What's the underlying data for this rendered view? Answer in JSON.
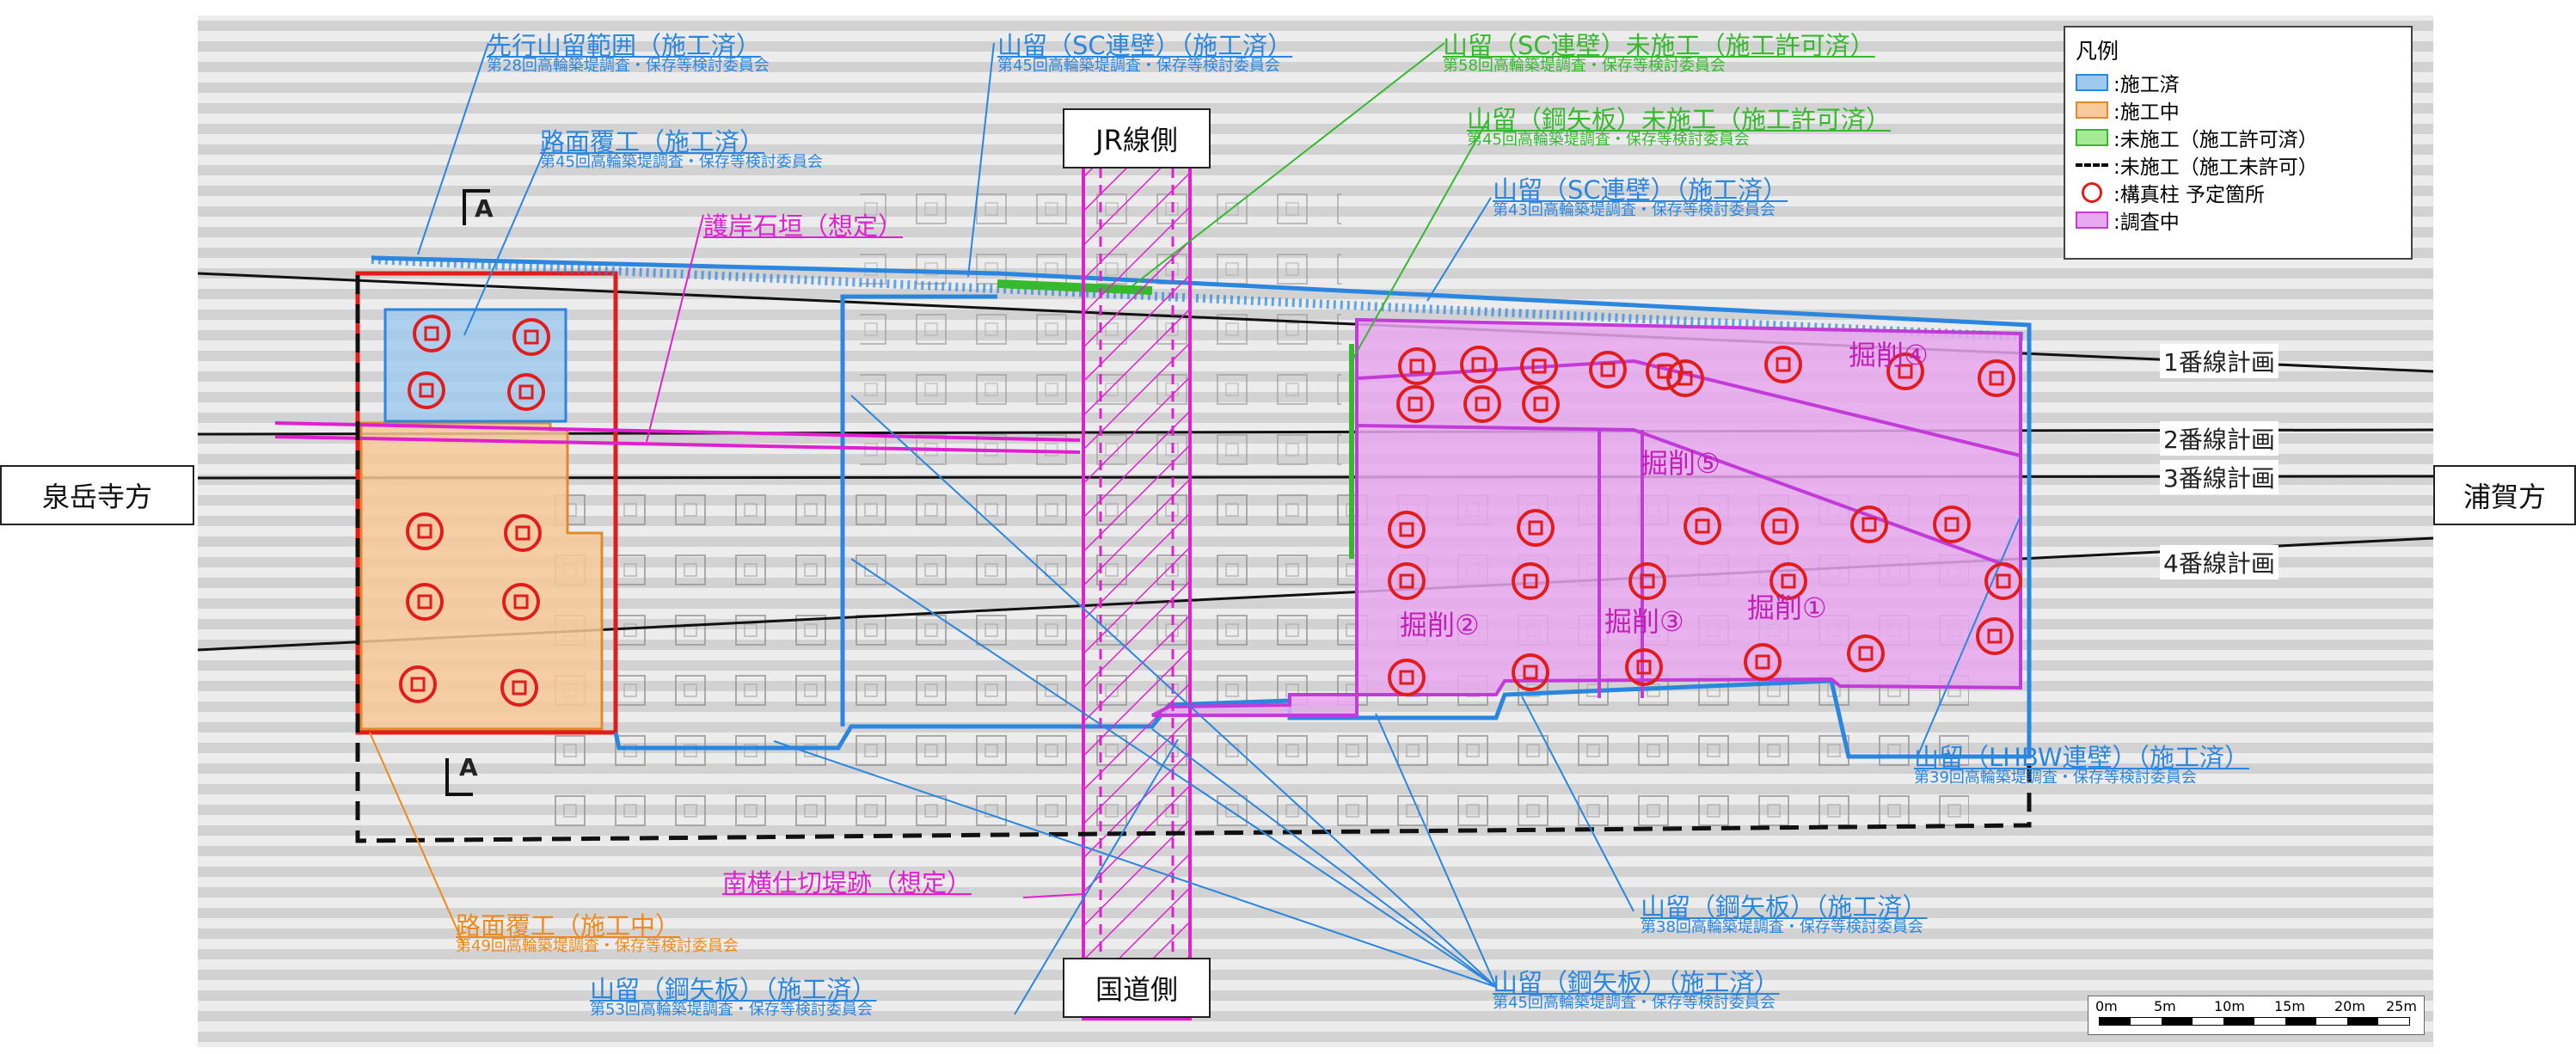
{
  "directions": {
    "left": "泉岳寺方",
    "right": "浦賀方",
    "top": "JR線側",
    "bottom": "国道側"
  },
  "section_marks": [
    "A",
    "A"
  ],
  "legend": {
    "title": "凡例",
    "items": [
      {
        "label": ":施工済",
        "color": "#9ec9ef",
        "stroke": "#2a86de",
        "kind": "rect"
      },
      {
        "label": ":施工中",
        "color": "#f8c99a",
        "stroke": "#e08a2c",
        "kind": "rect"
      },
      {
        "label": ":未施工（施工許可済）",
        "color": "#a6ea97",
        "stroke": "#36b82f",
        "kind": "rect"
      },
      {
        "label": ":未施工（施工未許可）",
        "color": "#000000",
        "stroke": "#000000",
        "kind": "dash"
      },
      {
        "label": ":構真柱 予定箇所",
        "color": "#ff4444",
        "stroke": "#e21b1b",
        "kind": "circle"
      },
      {
        "label": ":調査中",
        "color": "#e7a8f0",
        "stroke": "#c23ad8",
        "kind": "rect"
      }
    ]
  },
  "annotations": [
    {
      "id": "a1",
      "title": "先行山留範囲（施工済）",
      "sub": "第28回高輪築堤調査・保存等検討委員会",
      "color": "blue"
    },
    {
      "id": "a2",
      "title": "山留（SC連壁）（施工済）",
      "sub": "第45回高輪築堤調査・保存等検討委員会",
      "color": "blue"
    },
    {
      "id": "a3",
      "title": "山留（SC連壁）未施工（施工許可済）",
      "sub": "第58回高輪築堤調査・保存等検討委員会",
      "color": "green"
    },
    {
      "id": "a4",
      "title": "路面覆工（施工済）",
      "sub": "第45回高輪築堤調査・保存等検討委員会",
      "color": "blue"
    },
    {
      "id": "a5",
      "title": "山留（鋼矢板）未施工（施工許可済）",
      "sub": "第45回高輪築堤調査・保存等検討委員会",
      "color": "green"
    },
    {
      "id": "a6",
      "title": "山留（SC連壁）（施工済）",
      "sub": "第43回高輪築堤調査・保存等検討委員会",
      "color": "blue"
    },
    {
      "id": "a7",
      "title": "護岸石垣（想定）",
      "sub": "",
      "color": "magenta"
    },
    {
      "id": "a8",
      "title": "山留（LHBW連壁）（施工済）",
      "sub": "第39回高輪築堤調査・保存等検討委員会",
      "color": "blue"
    },
    {
      "id": "a9",
      "title": "南横仕切堤跡（想定）",
      "sub": "",
      "color": "magenta"
    },
    {
      "id": "a10",
      "title": "路面覆工（施工中）",
      "sub": "第49回高輪築堤調査・保存等検討委員会",
      "color": "orange"
    },
    {
      "id": "a11",
      "title": "山留（鋼矢板）（施工済）",
      "sub": "第38回高輪築堤調査・保存等検討委員会",
      "color": "blue"
    },
    {
      "id": "a12",
      "title": "山留（鋼矢板）（施工済）",
      "sub": "第53回高輪築堤調査・保存等検討委員会",
      "color": "blue"
    },
    {
      "id": "a13",
      "title": "山留（鋼矢板）（施工済）",
      "sub": "第45回高輪築堤調査・保存等検討委員会",
      "color": "blue"
    }
  ],
  "track_plans": [
    "1番線計画",
    "2番線計画",
    "3番線計画",
    "4番線計画"
  ],
  "excavation_zones": [
    "掘削④",
    "掘削⑤",
    "掘削②",
    "掘削③",
    "掘削①"
  ],
  "scale_labels": [
    "0m",
    "5m",
    "10m",
    "15m",
    "20m",
    "25m"
  ],
  "colors": {
    "blue": "#2a86de",
    "green": "#36b82f",
    "orange": "#ee8a1c",
    "magenta": "#e020d0",
    "red": "#e21b1b"
  }
}
